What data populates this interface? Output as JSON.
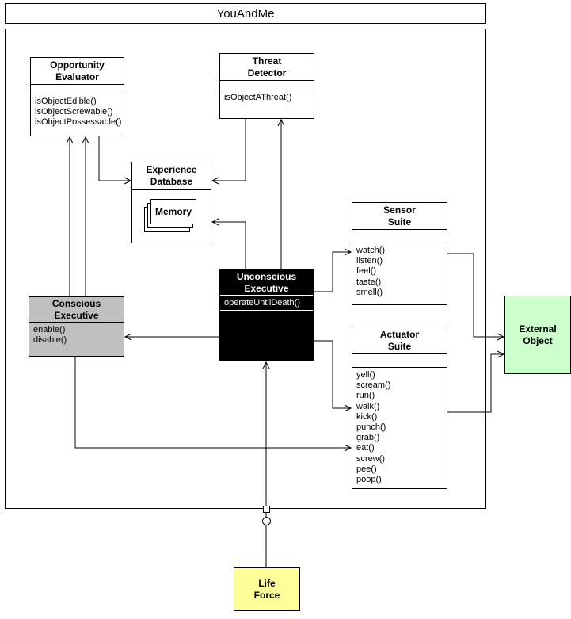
{
  "diagram": {
    "title": "YouAndMe",
    "colors": {
      "unconscious_bg": "#000000",
      "unconscious_text": "#ffffff",
      "conscious_bg": "#c0c0c0",
      "external_object_bg": "#ccffcc",
      "life_force_bg": "#ffff99",
      "line": "#000000"
    }
  },
  "opportunity_evaluator": {
    "title": "Opportunity\nEvaluator",
    "methods": [
      "isObjectEdible()",
      "isObjectScrewable()",
      "isObjectPossessable()"
    ]
  },
  "threat_detector": {
    "title": "Threat\nDetector",
    "methods": [
      "isObjectAThreat()"
    ]
  },
  "experience_database": {
    "title": "Experience\nDatabase",
    "memory_label": "Memory"
  },
  "sensor_suite": {
    "title": "Sensor\nSuite",
    "methods": [
      "watch()",
      "listen()",
      "feel()",
      "taste()",
      "smell()"
    ]
  },
  "unconscious_executive": {
    "title": "Unconscious\nExecutive",
    "methods": [
      "operateUntilDeath()"
    ]
  },
  "conscious_executive": {
    "title": "Conscious\nExecutive",
    "methods": [
      "enable()",
      "disable()"
    ]
  },
  "actuator_suite": {
    "title": "Actuator\nSuite",
    "methods": [
      "yell()",
      "scream()",
      "run()",
      "walk()",
      "kick()",
      "punch()",
      "grab()",
      "eat()",
      "screw()",
      "pee()",
      "poop()"
    ]
  },
  "external_object": {
    "title": "External\nObject"
  },
  "life_force": {
    "title": "Life\nForce"
  }
}
